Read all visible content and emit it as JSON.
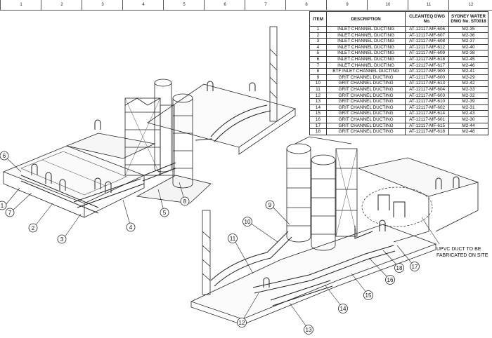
{
  "title_block": {
    "zones": [
      "1",
      "2",
      "3",
      "4",
      "5",
      "6",
      "7",
      "8",
      "9",
      "10",
      "11",
      "12"
    ]
  },
  "bom": {
    "headers": {
      "item": "ITEM",
      "description": "DESCRIPTION",
      "cleanteq": "CLEANTEQ DWG No.",
      "sydney": "SYDNEY WATER DWG No. ST0018"
    },
    "rows": [
      {
        "item": "1",
        "description": "INLET CHANNEL DUCTING",
        "cleanteq": "AT-12117-MF-606",
        "sydney": "M2-35"
      },
      {
        "item": "2",
        "description": "INLET CHANNEL DUCTING",
        "cleanteq": "AT-12117-MF-607",
        "sydney": "M2-36"
      },
      {
        "item": "3",
        "description": "INLET CHANNEL DUCTING",
        "cleanteq": "AT-12117-MF-608",
        "sydney": "M2-37"
      },
      {
        "item": "4",
        "description": "INLET CHANNEL DUCTING",
        "cleanteq": "AT-12117-MF-612",
        "sydney": "M2-40"
      },
      {
        "item": "5",
        "description": "INLET CHANNEL DUCTING",
        "cleanteq": "AT-12117-MF-609",
        "sydney": "M2-38"
      },
      {
        "item": "6",
        "description": "INLET CHANNEL DUCTING",
        "cleanteq": "AT-12117-MF-618",
        "sydney": "M2-45"
      },
      {
        "item": "7",
        "description": "INLET CHANNEL DUCTING",
        "cleanteq": "AT-12117-MF-617",
        "sydney": "M2-46"
      },
      {
        "item": "8",
        "description": "BTF INLET CHANNEL DUCTING",
        "cleanteq": "AT-12117-MF-900",
        "sydney": "M2-41"
      },
      {
        "item": "9",
        "description": "GRIT CHANNEL DUCTING",
        "cleanteq": "AT-12117-MF-600",
        "sydney": "M2-29"
      },
      {
        "item": "10",
        "description": "GRIT CHANNEL DUCTING",
        "cleanteq": "AT-12117-MF-613",
        "sydney": "M2-42"
      },
      {
        "item": "11",
        "description": "GRIT CHANNEL DUCTING",
        "cleanteq": "AT-12117-MF-604",
        "sydney": "M2-33"
      },
      {
        "item": "12",
        "description": "GRIT CHANNEL DUCTING",
        "cleanteq": "AT-12117-MF-603",
        "sydney": "M2-32"
      },
      {
        "item": "13",
        "description": "GRIT CHANNEL DUCTING",
        "cleanteq": "AT-12117-MF-610",
        "sydney": "M2-39"
      },
      {
        "item": "14",
        "description": "GRIT CHANNEL DUCTING",
        "cleanteq": "AT-12117-MF-602",
        "sydney": "M2-31"
      },
      {
        "item": "15",
        "description": "GRIT CHANNEL DUCTING",
        "cleanteq": "AT-12117-MF-614",
        "sydney": "M2-43"
      },
      {
        "item": "16",
        "description": "GRIT CHANNEL DUCTING",
        "cleanteq": "AT-12117-MF-601",
        "sydney": "M2-30"
      },
      {
        "item": "17",
        "description": "GRIT CHANNEL DUCTING",
        "cleanteq": "AT-12117-MF-615",
        "sydney": "M2-44"
      },
      {
        "item": "18",
        "description": "GRIT CHANNEL DUCTING",
        "cleanteq": "AT-12117-MF-618",
        "sydney": "M2-48"
      }
    ]
  },
  "callouts": [
    "1",
    "2",
    "3",
    "4",
    "5",
    "6",
    "7",
    "8",
    "9",
    "10",
    "11",
    "12",
    "13",
    "14",
    "15",
    "16",
    "17",
    "18"
  ],
  "note": {
    "line1": "UPVC DUCT TO BE",
    "line2": "FABRICATED ON SITE"
  }
}
